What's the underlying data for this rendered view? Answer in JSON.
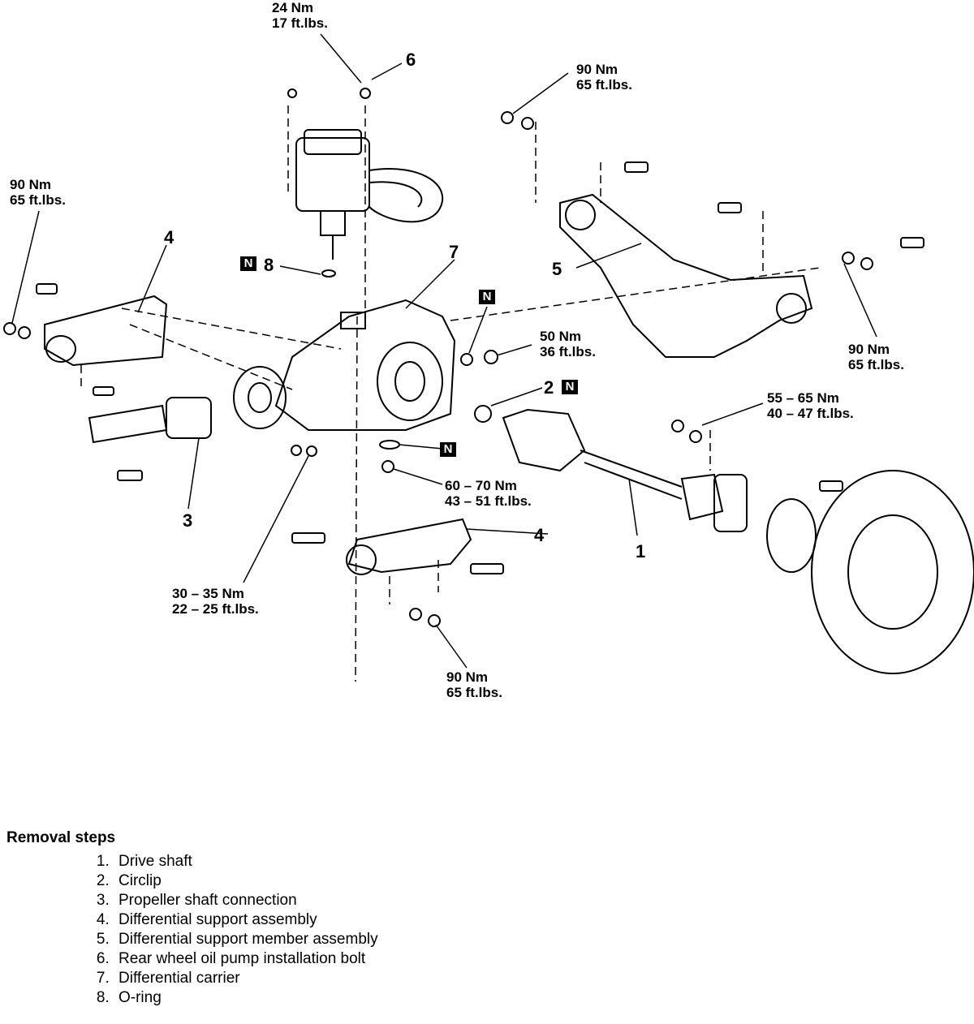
{
  "torque": {
    "t1": {
      "nm": "24 Nm",
      "ft": "17 ft.lbs."
    },
    "t2": {
      "nm": "90 Nm",
      "ft": "65 ft.lbs."
    },
    "t3": {
      "nm": "90 Nm",
      "ft": "65 ft.lbs."
    },
    "t4": {
      "nm": "90 Nm",
      "ft": "65 ft.lbs."
    },
    "t5": {
      "nm": "50 Nm",
      "ft": "36 ft.lbs."
    },
    "t6": {
      "nm": "55 – 65 Nm",
      "ft": "40 – 47 ft.lbs."
    },
    "t7": {
      "nm": "60 – 70 Nm",
      "ft": "43 – 51 ft.lbs."
    },
    "t8": {
      "nm": "30 – 35 Nm",
      "ft": "22 – 25 ft.lbs."
    },
    "t9": {
      "nm": "90 Nm",
      "ft": "65 ft.lbs."
    }
  },
  "callouts": {
    "c1": "1",
    "c2": "2",
    "c3": "3",
    "c4a": "4",
    "c4b": "4",
    "c5": "5",
    "c6": "6",
    "c7": "7",
    "c8": "8"
  },
  "badge": "N",
  "removal": {
    "title": "Removal steps",
    "steps": [
      "Drive shaft",
      "Circlip",
      "Propeller shaft connection",
      "Differential support assembly",
      "Differential support member assembly",
      "Rear wheel oil pump installation bolt",
      "Differential carrier",
      "O-ring"
    ]
  }
}
